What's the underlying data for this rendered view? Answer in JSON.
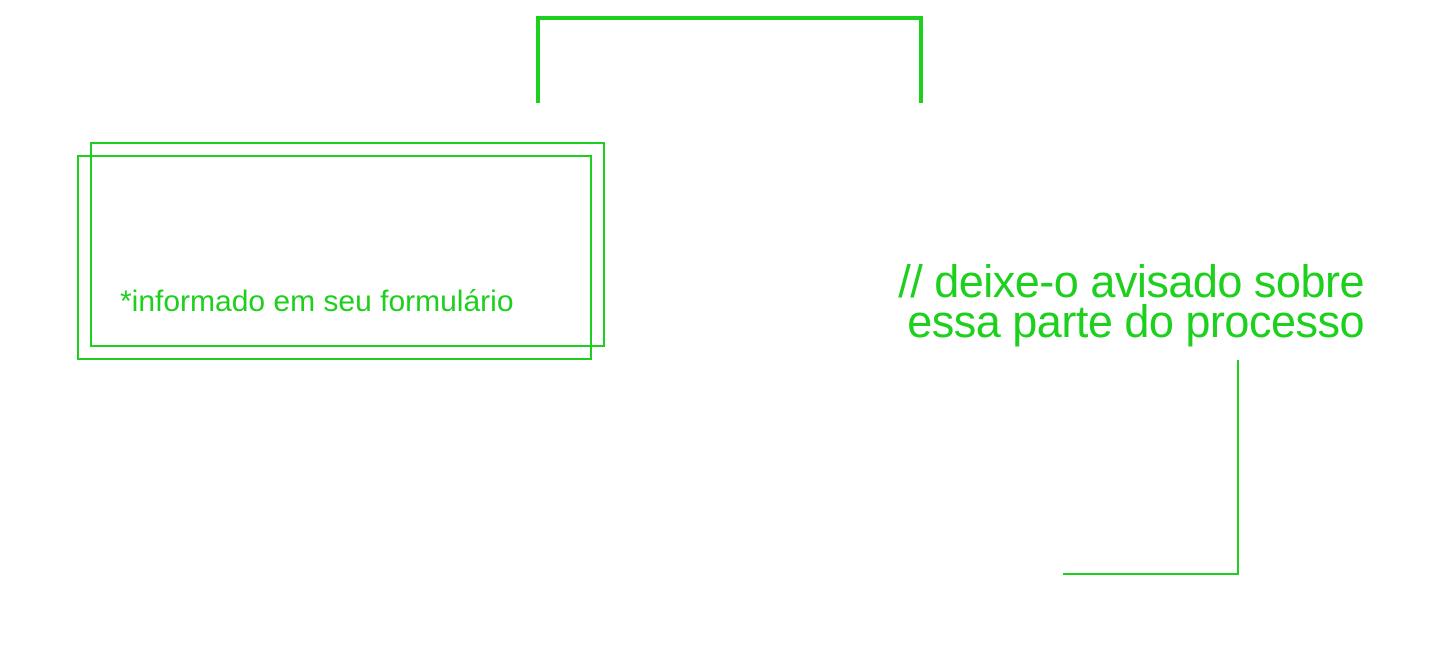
{
  "colors": {
    "accent": "#1ed01e",
    "background": "#ffffff"
  },
  "note": {
    "text": "*informado em seu formulário"
  },
  "headline": {
    "line1": "// deixe-o avisado sobre",
    "line2": "essa parte do processo"
  }
}
